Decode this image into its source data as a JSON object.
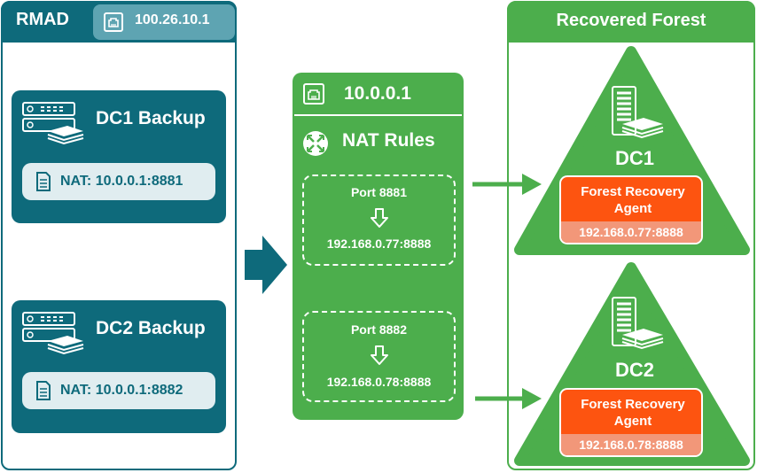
{
  "rmad": {
    "title": "RMAD",
    "ip": "100.26.10.1",
    "backups": [
      {
        "title": "DC1 Backup",
        "nat": "NAT: 10.0.0.1:8881"
      },
      {
        "title": "DC2 Backup",
        "nat": "NAT: 10.0.0.1:8882"
      }
    ]
  },
  "nat": {
    "ip": "10.0.0.1",
    "title": "NAT Rules",
    "rules": [
      {
        "port": "Port 8881",
        "target": "192.168.0.77:8888"
      },
      {
        "port": "Port 8882",
        "target": "192.168.0.78:8888"
      }
    ]
  },
  "forest": {
    "title": "Recovered Forest",
    "dcs": [
      {
        "name": "DC1",
        "agent": "Forest Recovery Agent",
        "address": "192.168.0.77:8888"
      },
      {
        "name": "DC2",
        "agent": "Forest Recovery Agent",
        "address": "192.168.0.78:8888"
      }
    ]
  },
  "colors": {
    "teal": "#0e6a7b",
    "green": "#4cae4c",
    "orange": "#fd5410",
    "light_orange": "#f29779"
  },
  "icons": [
    "network-port-icon",
    "server-backup-icon",
    "document-icon",
    "nat-rules-icon",
    "down-arrow-icon",
    "server-stack-icon"
  ]
}
